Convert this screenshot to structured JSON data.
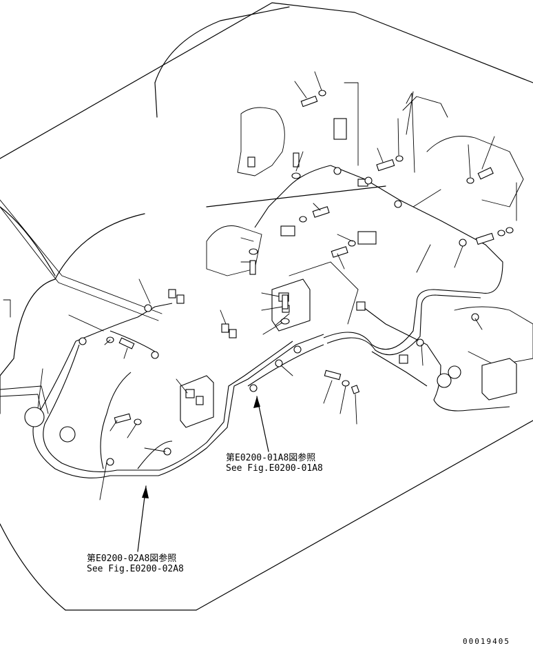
{
  "references": [
    {
      "ja": "第E0200-01A8図参照",
      "en": "See Fig.E0200-01A8"
    },
    {
      "ja": "第E0200-02A8図参照",
      "en": "See Fig.E0200-02A8"
    }
  ],
  "drawing_number": "00019405"
}
